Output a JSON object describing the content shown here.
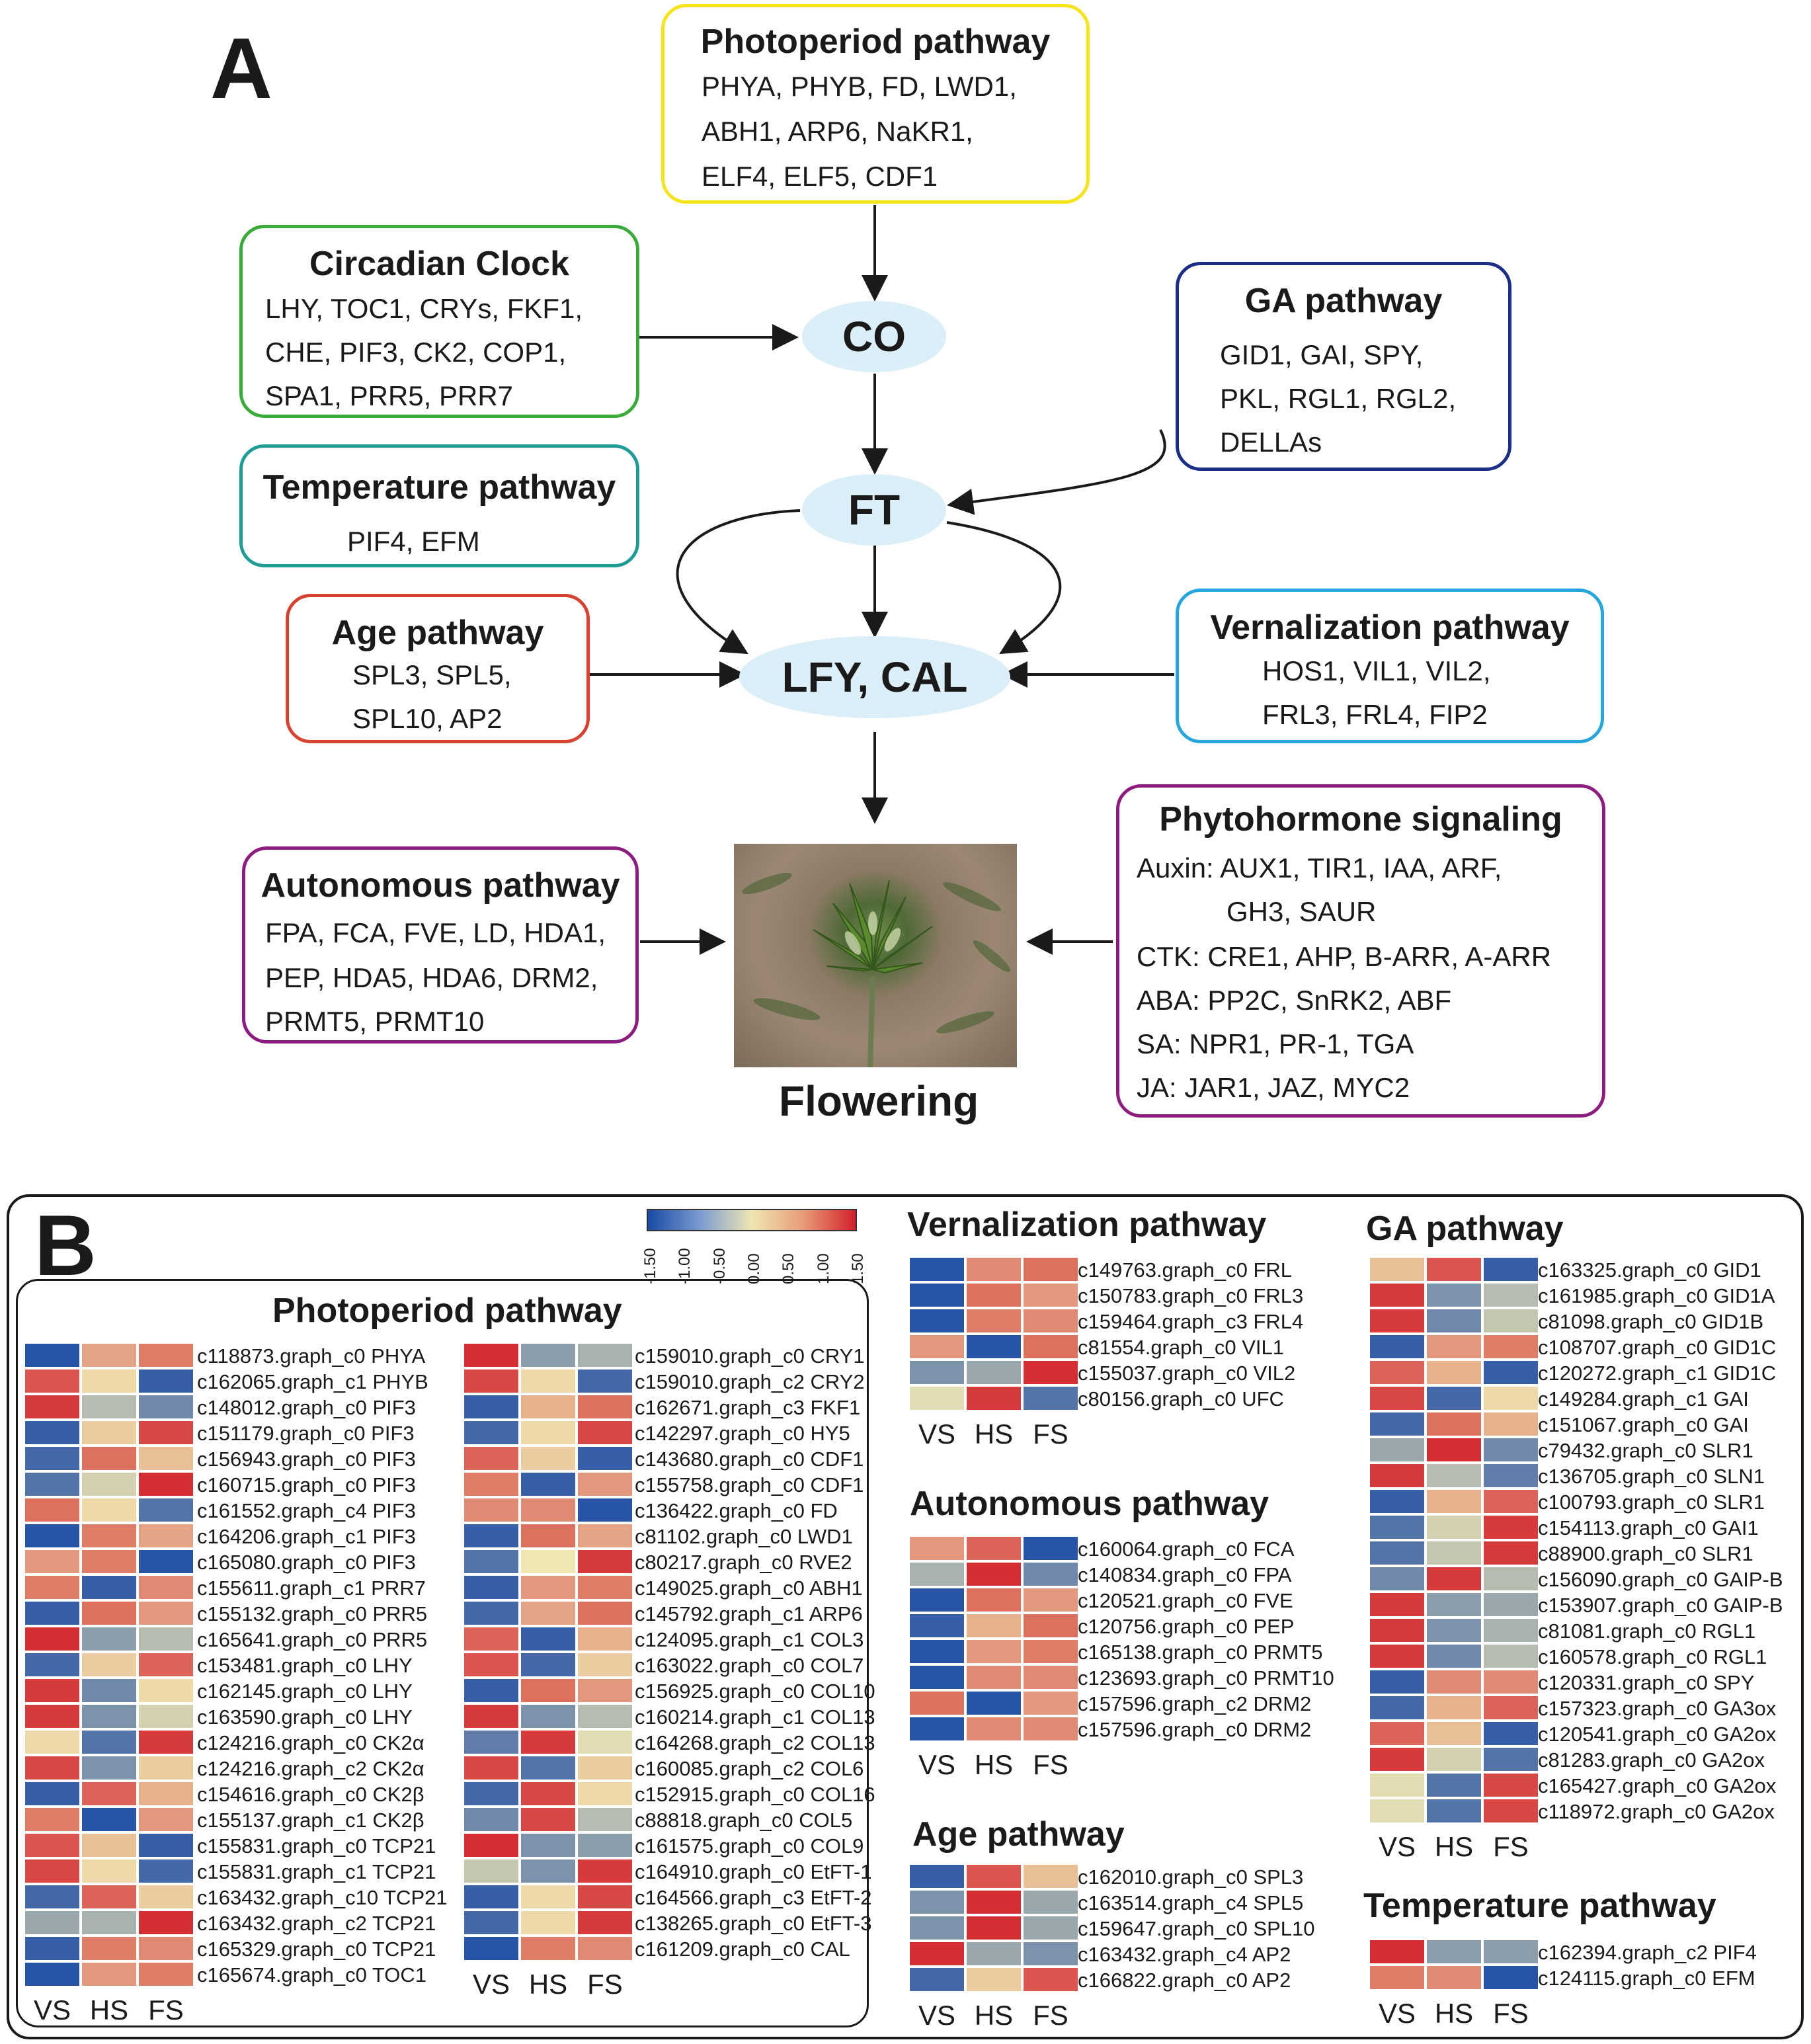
{
  "panelA": {
    "letter": "A",
    "photoperiod": {
      "title": "Photoperiod pathway",
      "lines": [
        "PHYA, PHYB, FD, LWD1,",
        "ABH1, ARP6, NaKR1,",
        "ELF4, ELF5, CDF1"
      ],
      "color": "#f5e31c"
    },
    "circadian": {
      "title": "Circadian Clock",
      "lines": [
        "LHY, TOC1, CRYs, FKF1,",
        "CHE, PIF3, CK2, COP1,",
        "SPA1, PRR5, PRR7"
      ],
      "color": "#3aab3a"
    },
    "ga": {
      "title": "GA pathway",
      "lines": [
        "GID1, GAI, SPY,",
        "PKL, RGL1, RGL2,",
        "DELLAs"
      ],
      "color": "#1c2f86"
    },
    "temperature": {
      "title": "Temperature pathway",
      "lines": [
        "PIF4, EFM"
      ],
      "color": "#1e9c95"
    },
    "age": {
      "title": "Age pathway",
      "lines": [
        "SPL3, SPL5,",
        "SPL10, AP2"
      ],
      "color": "#d64431"
    },
    "vernalization": {
      "title": "Vernalization pathway",
      "lines": [
        "HOS1, VIL1, VIL2,",
        "FRL3, FRL4, FIP2"
      ],
      "color": "#27a6de"
    },
    "phytohormone": {
      "title": "Phytohormone signaling",
      "lines": [
        "Auxin: AUX1, TIR1, IAA, ARF,",
        "GH3, SAUR",
        "CTK: CRE1, AHP, B-ARR, A-ARR",
        "ABA: PP2C, SnRK2, ABF",
        "SA: NPR1, PR-1, TGA",
        "JA: JAR1, JAZ, MYC2"
      ],
      "color": "#8c1c7e"
    },
    "autonomous": {
      "title": "Autonomous pathway",
      "lines": [
        "FPA, FCA, FVE, LD, HDA1,",
        "PEP, HDA5, HDA6, DRM2,",
        "PRMT5, PRMT10"
      ],
      "color": "#8c1c7e"
    },
    "nodes": {
      "co": "CO",
      "ft": "FT",
      "lfy": "LFY, CAL"
    },
    "flowering": "Flowering"
  },
  "panelB": {
    "letter": "B",
    "legend_ticks": [
      "-1.50",
      "-1.00",
      "-0.50",
      "0.00",
      "0.50",
      "1.00",
      "1.50"
    ],
    "columns": [
      "VS",
      "HS",
      "FS"
    ],
    "color_scale": {
      "low": "#1a4aa6",
      "mid": "#efe6b2",
      "high": "#d2212a"
    },
    "sections": [
      {
        "key": "photo1",
        "title": "Photoperiod pathway",
        "rows": [
          {
            "gene": "c118873.graph_c0 PHYA",
            "v": [
              -1.4,
              0.5,
              0.8
            ]
          },
          {
            "gene": "c162065.graph_c1 PHYB",
            "v": [
              1.1,
              0.1,
              -1.3
            ]
          },
          {
            "gene": "c148012.graph_c0 PIF3",
            "v": [
              1.3,
              -0.4,
              -0.9
            ]
          },
          {
            "gene": "c151179.graph_c0 PIF3",
            "v": [
              -1.3,
              0.2,
              1.2
            ]
          },
          {
            "gene": "c156943.graph_c0 PIF3",
            "v": [
              -1.2,
              0.9,
              0.3
            ]
          },
          {
            "gene": "c160715.graph_c0 PIF3",
            "v": [
              -1.1,
              -0.2,
              1.4
            ]
          },
          {
            "gene": "c161552.graph_c4 PIF3",
            "v": [
              0.9,
              0.1,
              -1.1
            ]
          },
          {
            "gene": "c164206.graph_c1 PIF3",
            "v": [
              -1.4,
              0.8,
              0.5
            ]
          },
          {
            "gene": "c165080.graph_c0 PIF3",
            "v": [
              0.6,
              0.8,
              -1.4
            ]
          },
          {
            "gene": "c155611.graph_c1 PRR7",
            "v": [
              0.8,
              -1.3,
              0.7
            ]
          },
          {
            "gene": "c155132.graph_c0 PRR5",
            "v": [
              -1.3,
              0.9,
              0.6
            ]
          },
          {
            "gene": "c165641.graph_c0 PRR5",
            "v": [
              1.4,
              -0.7,
              -0.4
            ]
          },
          {
            "gene": "c153481.graph_c0 LHY",
            "v": [
              -1.2,
              0.2,
              1.0
            ]
          },
          {
            "gene": "c162145.graph_c0 LHY",
            "v": [
              1.3,
              -0.9,
              0.1
            ]
          },
          {
            "gene": "c163590.graph_c0 LHY",
            "v": [
              1.3,
              -0.8,
              -0.2
            ]
          },
          {
            "gene": "c124216.graph_c0 CK2α",
            "v": [
              0.1,
              -1.1,
              1.3
            ]
          },
          {
            "gene": "c124216.graph_c2 CK2α",
            "v": [
              1.2,
              -0.8,
              0.2
            ]
          },
          {
            "gene": "c154616.graph_c0 CK2β",
            "v": [
              -1.3,
              1.0,
              0.4
            ]
          },
          {
            "gene": "c155137.graph_c1 CK2β",
            "v": [
              0.8,
              -1.4,
              0.6
            ]
          },
          {
            "gene": "c155831.graph_c0 TCP21",
            "v": [
              1.1,
              0.3,
              -1.3
            ]
          },
          {
            "gene": "c155831.graph_c1 TCP21",
            "v": [
              1.2,
              0.1,
              -1.2
            ]
          },
          {
            "gene": "c163432.graph_c10 TCP21",
            "v": [
              -1.2,
              1.0,
              0.2
            ]
          },
          {
            "gene": "c163432.graph_c2 TCP21",
            "v": [
              -0.6,
              -0.5,
              1.4
            ]
          },
          {
            "gene": "c165329.graph_c0 TCP21",
            "v": [
              -1.3,
              0.8,
              0.7
            ]
          },
          {
            "gene": "c165674.graph_c0 TOC1",
            "v": [
              -1.4,
              0.6,
              0.8
            ]
          }
        ]
      },
      {
        "key": "photo2",
        "title": "",
        "rows": [
          {
            "gene": "c159010.graph_c0 CRY1",
            "v": [
              1.4,
              -0.7,
              -0.5
            ]
          },
          {
            "gene": "c159010.graph_c2 CRY2",
            "v": [
              1.2,
              0.1,
              -1.2
            ]
          },
          {
            "gene": "c162671.graph_c3 FKF1",
            "v": [
              -1.3,
              0.4,
              0.9
            ]
          },
          {
            "gene": "c142297.graph_c0 HY5",
            "v": [
              -1.2,
              0.1,
              1.2
            ]
          },
          {
            "gene": "c143680.graph_c0 CDF1",
            "v": [
              1.0,
              0.2,
              -1.3
            ]
          },
          {
            "gene": "c155758.graph_c0 CDF1",
            "v": [
              0.8,
              -1.3,
              0.6
            ]
          },
          {
            "gene": "c136422.graph_c0 FD",
            "v": [
              0.7,
              0.7,
              -1.4
            ]
          },
          {
            "gene": "c81102.graph_c0 LWD1",
            "v": [
              -1.3,
              0.9,
              0.5
            ]
          },
          {
            "gene": "c80217.graph_c0 RVE2",
            "v": [
              -1.1,
              0.0,
              1.3
            ]
          },
          {
            "gene": "c149025.graph_c0 ABH1",
            "v": [
              -1.3,
              0.6,
              0.8
            ]
          },
          {
            "gene": "c145792.graph_c1 ARP6",
            "v": [
              -1.2,
              0.5,
              0.9
            ]
          },
          {
            "gene": "c124095.graph_c1 COL3",
            "v": [
              1.0,
              -1.3,
              0.4
            ]
          },
          {
            "gene": "c163022.graph_c0 COL7",
            "v": [
              1.1,
              -1.2,
              0.2
            ]
          },
          {
            "gene": "c156925.graph_c0 COL10",
            "v": [
              -1.3,
              0.9,
              0.6
            ]
          },
          {
            "gene": "c160214.graph_c1 COL13",
            "v": [
              1.3,
              -0.8,
              -0.4
            ]
          },
          {
            "gene": "c164268.graph_c2 COL13",
            "v": [
              -1.0,
              1.3,
              -0.1
            ]
          },
          {
            "gene": "c160085.graph_c2 COL6",
            "v": [
              1.2,
              -1.1,
              0.2
            ]
          },
          {
            "gene": "c152915.graph_c0 COL16",
            "v": [
              -1.2,
              1.2,
              0.1
            ]
          },
          {
            "gene": "c88818.graph_c0 COL5",
            "v": [
              -0.9,
              1.2,
              -0.4
            ]
          },
          {
            "gene": "c161575.graph_c0 COL9",
            "v": [
              1.4,
              -0.8,
              -0.7
            ]
          },
          {
            "gene": "c164910.graph_c0 EtFT-1",
            "v": [
              -0.3,
              -0.8,
              1.3
            ]
          },
          {
            "gene": "c164566.graph_c3 EtFT-2",
            "v": [
              -1.3,
              0.1,
              1.2
            ]
          },
          {
            "gene": "c138265.graph_c0 EtFT-3",
            "v": [
              -1.2,
              0.1,
              1.3
            ]
          },
          {
            "gene": "c161209.graph_c0 CAL",
            "v": [
              -1.4,
              0.8,
              0.7
            ]
          }
        ]
      },
      {
        "key": "vern",
        "title": "Vernalization pathway",
        "rows": [
          {
            "gene": "c149763.graph_c0 FRL",
            "v": [
              -1.4,
              0.7,
              0.9
            ]
          },
          {
            "gene": "c150783.graph_c0 FRL3",
            "v": [
              -1.4,
              0.9,
              0.6
            ]
          },
          {
            "gene": "c159464.graph_c3 FRL4",
            "v": [
              -1.4,
              0.8,
              0.7
            ]
          },
          {
            "gene": "c81554.graph_c0 VIL1",
            "v": [
              0.6,
              -1.4,
              0.9
            ]
          },
          {
            "gene": "c155037.graph_c0 VIL2",
            "v": [
              -0.8,
              -0.6,
              1.4
            ]
          },
          {
            "gene": "c80156.graph_c0 UFC",
            "v": [
              -0.1,
              1.3,
              -1.1
            ]
          }
        ]
      },
      {
        "key": "auto",
        "title": "Autonomous pathway",
        "rows": [
          {
            "gene": "c160064.graph_c0 FCA",
            "v": [
              0.6,
              1.0,
              -1.4
            ]
          },
          {
            "gene": "c140834.graph_c0 FPA",
            "v": [
              -0.5,
              1.4,
              -0.9
            ]
          },
          {
            "gene": "c120521.graph_c0 FVE",
            "v": [
              -1.4,
              0.9,
              0.6
            ]
          },
          {
            "gene": "c120756.graph_c0 PEP",
            "v": [
              -1.3,
              0.4,
              0.9
            ]
          },
          {
            "gene": "c165138.graph_c0 PRMT5",
            "v": [
              -1.4,
              0.6,
              0.8
            ]
          },
          {
            "gene": "c123693.graph_c0 PRMT10",
            "v": [
              -1.4,
              0.7,
              0.7
            ]
          },
          {
            "gene": "c157596.graph_c2 DRM2",
            "v": [
              0.9,
              -1.4,
              0.6
            ]
          },
          {
            "gene": "c157596.graph_c0 DRM2",
            "v": [
              -1.4,
              0.7,
              0.7
            ]
          }
        ]
      },
      {
        "key": "age",
        "title": "Age pathway",
        "rows": [
          {
            "gene": "c162010.graph_c0 SPL3",
            "v": [
              -1.3,
              1.1,
              0.3
            ]
          },
          {
            "gene": "c163514.graph_c4 SPL5",
            "v": [
              -0.8,
              1.4,
              -0.6
            ]
          },
          {
            "gene": "c159647.graph_c0 SPL10",
            "v": [
              -0.8,
              1.4,
              -0.6
            ]
          },
          {
            "gene": "c163432.graph_c4 AP2",
            "v": [
              1.4,
              -0.6,
              -0.8
            ]
          },
          {
            "gene": "c166822.graph_c0 AP2",
            "v": [
              -1.2,
              0.2,
              1.1
            ]
          }
        ]
      },
      {
        "key": "ga",
        "title": "GA pathway",
        "rows": [
          {
            "gene": "c163325.graph_c0 GID1",
            "v": [
              0.3,
              1.1,
              -1.3
            ]
          },
          {
            "gene": "c161985.graph_c0 GID1A",
            "v": [
              1.3,
              -0.8,
              -0.4
            ]
          },
          {
            "gene": "c81098.graph_c0 GID1B",
            "v": [
              1.3,
              -0.9,
              -0.3
            ]
          },
          {
            "gene": "c108707.graph_c0 GID1C",
            "v": [
              -1.3,
              0.6,
              0.8
            ]
          },
          {
            "gene": "c120272.graph_c1 GID1C",
            "v": [
              1.0,
              0.4,
              -1.3
            ]
          },
          {
            "gene": "c149284.graph_c1 GAI",
            "v": [
              1.2,
              -1.2,
              0.1
            ]
          },
          {
            "gene": "c151067.graph_c0 GAI",
            "v": [
              -1.2,
              0.9,
              0.4
            ]
          },
          {
            "gene": "c79432.graph_c0 SLR1",
            "v": [
              -0.6,
              1.4,
              -0.9
            ]
          },
          {
            "gene": "c136705.graph_c0 SLN1",
            "v": [
              1.3,
              -0.4,
              -1.0
            ]
          },
          {
            "gene": "c100793.graph_c0 SLR1",
            "v": [
              -1.3,
              0.4,
              1.0
            ]
          },
          {
            "gene": "c154113.graph_c0 GAI1",
            "v": [
              -1.1,
              -0.2,
              1.3
            ]
          },
          {
            "gene": "c88900.graph_c0 SLR1",
            "v": [
              -1.1,
              -0.3,
              1.3
            ]
          },
          {
            "gene": "c156090.graph_c0 GAIP-B",
            "v": [
              -0.9,
              1.3,
              -0.4
            ]
          },
          {
            "gene": "c153907.graph_c0 GAIP-B",
            "v": [
              1.3,
              -0.7,
              -0.6
            ]
          },
          {
            "gene": "c81081.graph_c0 RGL1",
            "v": [
              1.3,
              -0.8,
              -0.5
            ]
          },
          {
            "gene": "c160578.graph_c0 RGL1",
            "v": [
              1.3,
              -0.9,
              -0.4
            ]
          },
          {
            "gene": "c120331.graph_c0 SPY",
            "v": [
              -1.3,
              0.7,
              0.7
            ]
          },
          {
            "gene": "c157323.graph_c0 GA3ox",
            "v": [
              -1.2,
              0.4,
              1.0
            ]
          },
          {
            "gene": "c120541.graph_c0 GA2ox",
            "v": [
              1.0,
              0.3,
              -1.3
            ]
          },
          {
            "gene": "c81283.graph_c0 GA2ox",
            "v": [
              1.3,
              -0.2,
              -1.1
            ]
          },
          {
            "gene": "c165427.graph_c0 GA2ox",
            "v": [
              -0.1,
              -1.1,
              1.2
            ]
          },
          {
            "gene": "c118972.graph_c0 GA2ox",
            "v": [
              -0.1,
              -1.1,
              1.2
            ]
          }
        ]
      },
      {
        "key": "temp",
        "title": "Temperature pathway",
        "rows": [
          {
            "gene": "c162394.graph_c2 PIF4",
            "v": [
              1.4,
              -0.7,
              -0.7
            ]
          },
          {
            "gene": "c124115.graph_c0 EFM",
            "v": [
              0.8,
              0.7,
              -1.4
            ]
          }
        ]
      }
    ]
  }
}
